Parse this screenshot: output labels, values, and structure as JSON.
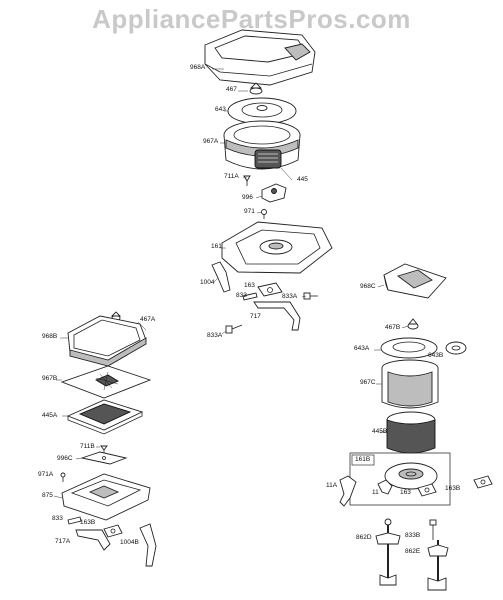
{
  "watermark": "AppliancePartsPros.com",
  "labels": {
    "p968A": "968A",
    "p467": "467",
    "p643": "643",
    "p967A": "967A",
    "p711A": "711A",
    "p445": "445",
    "p996": "996",
    "p971": "971",
    "p161": "161",
    "p1004_top": "1004",
    "p163_top": "163",
    "p833_top": "833",
    "p833A_right": "833A",
    "p717_top": "717",
    "p833A_left": "833A",
    "p968C": "968C",
    "p467B": "467B",
    "p643A": "643A",
    "p643B": "643B",
    "p967C": "967C",
    "p445B": "445B",
    "p161B": "161B",
    "p11A": "11A",
    "p11": "11",
    "p163_right": "163",
    "p163B_right": "163B",
    "p862D": "862D",
    "p833B": "833B",
    "p862E": "862E",
    "p467A": "467A",
    "p968B": "968B",
    "p967B": "967B",
    "p445A": "445A",
    "p711B": "711B",
    "p996C": "996C",
    "p971A": "971A",
    "p875": "875",
    "p833_left": "833",
    "p163B_left": "163B",
    "p717A": "717A",
    "p1004_left": "1004B"
  }
}
